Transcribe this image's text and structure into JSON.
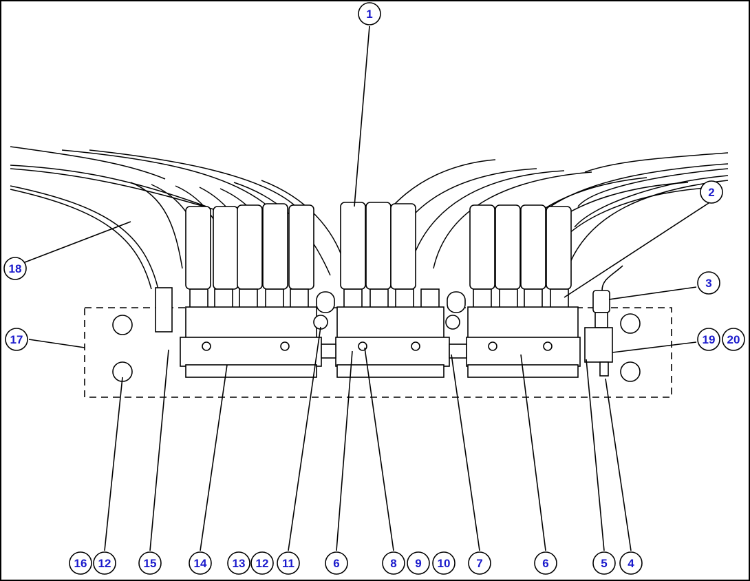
{
  "diagram": {
    "callout_color": "#1a1acc",
    "callouts": [
      {
        "id": "c1",
        "label": "1"
      },
      {
        "id": "c2",
        "label": "2"
      },
      {
        "id": "c3",
        "label": "3"
      },
      {
        "id": "c18",
        "label": "18"
      },
      {
        "id": "c17",
        "label": "17"
      },
      {
        "id": "c19",
        "label": "19"
      },
      {
        "id": "c20",
        "label": "20"
      },
      {
        "id": "b16",
        "label": "16"
      },
      {
        "id": "b12a",
        "label": "12"
      },
      {
        "id": "b15",
        "label": "15"
      },
      {
        "id": "b14",
        "label": "14"
      },
      {
        "id": "b13",
        "label": "13"
      },
      {
        "id": "b12b",
        "label": "12"
      },
      {
        "id": "b11",
        "label": "11"
      },
      {
        "id": "b6a",
        "label": "6"
      },
      {
        "id": "b8",
        "label": "8"
      },
      {
        "id": "b9",
        "label": "9"
      },
      {
        "id": "b10",
        "label": "10"
      },
      {
        "id": "b7",
        "label": "7"
      },
      {
        "id": "b6b",
        "label": "6"
      },
      {
        "id": "b5",
        "label": "5"
      },
      {
        "id": "b4",
        "label": "4"
      }
    ]
  }
}
